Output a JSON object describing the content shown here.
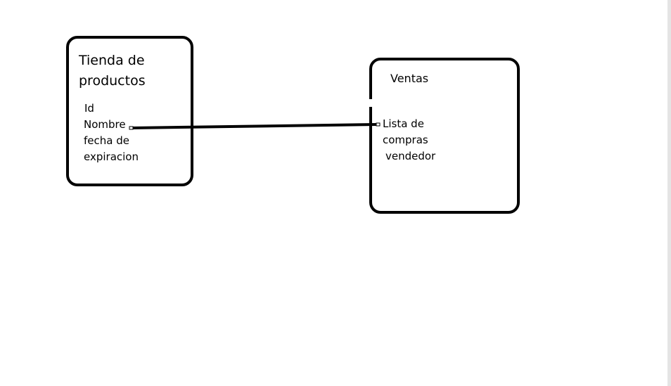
{
  "diagram": {
    "entities": [
      {
        "name_lines": [
          "Tienda de",
          "productos"
        ],
        "attributes": [
          "Id",
          "Nombre",
          "fecha de",
          "expiracion"
        ]
      },
      {
        "name_lines": [
          "Ventas"
        ],
        "attributes": [
          "Lista de",
          "compras",
          "vendedor"
        ]
      }
    ],
    "relationships": [
      {
        "from": "Nombre",
        "to": "Lista de"
      }
    ],
    "colors": {
      "stroke": "#000000",
      "background": "#ffffff"
    }
  }
}
